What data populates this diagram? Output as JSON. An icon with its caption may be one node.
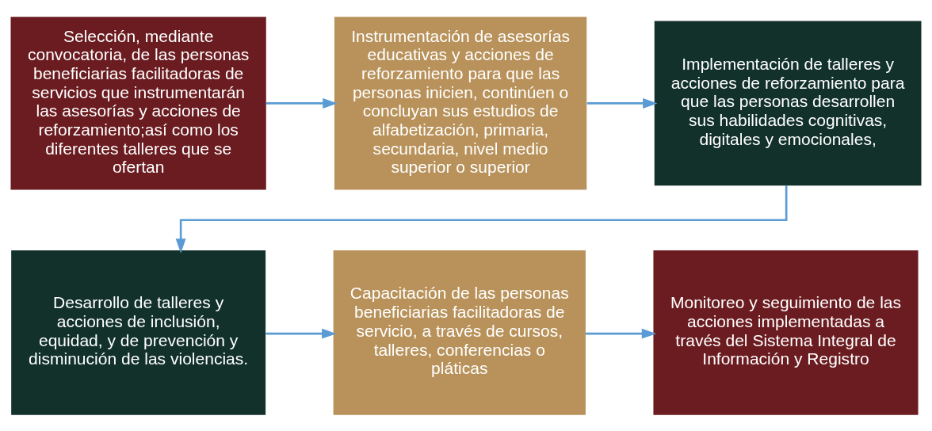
{
  "diagram": {
    "nodes": [
      {
        "text": [
          "Selección, mediante convocatoria, de las personas beneficiarias facilitadoras de servicios que instrumentarán las asesorías y acciones de reforzamiento;así como los diferentes talleres que se ofertan"
        ]
      },
      {
        "text": [
          "Instrumentación de asesorías educativas y acciones de reforzamiento para que las personas inicien, continúen o concluyan sus estudios de alfabetización, primaria, secundaria, nivel medio superior o superior"
        ]
      },
      {
        "text": [
          "Implementación de talleres y acciones de reforzamiento para que las personas desarrollen sus habilidades cognitivas, digitales y emocionales,"
        ]
      },
      {
        "text": [
          "Desarrollo de talleres y acciones de inclusión, equidad, y de prevención y disminución de las violencias."
        ]
      },
      {
        "text": [
          "Capacitación de las personas beneficiarias facilitadoras de servicio, a través de cursos, talleres, conferencias o pláticas"
        ]
      },
      {
        "text": [
          "Monitoreo y seguimiento de las acciones implementadas a través del Sistema Integral de Información y Registro"
        ]
      }
    ],
    "edges": [
      {
        "from": 0,
        "to": 1,
        "arrow": "to"
      },
      {
        "from": 1,
        "to": 2,
        "arrow": "to"
      },
      {
        "from": 2,
        "to": 3,
        "arrow": "to"
      },
      {
        "from": 3,
        "to": 4,
        "arrow": "to"
      },
      {
        "from": 4,
        "to": 5,
        "arrow": "to"
      }
    ]
  }
}
